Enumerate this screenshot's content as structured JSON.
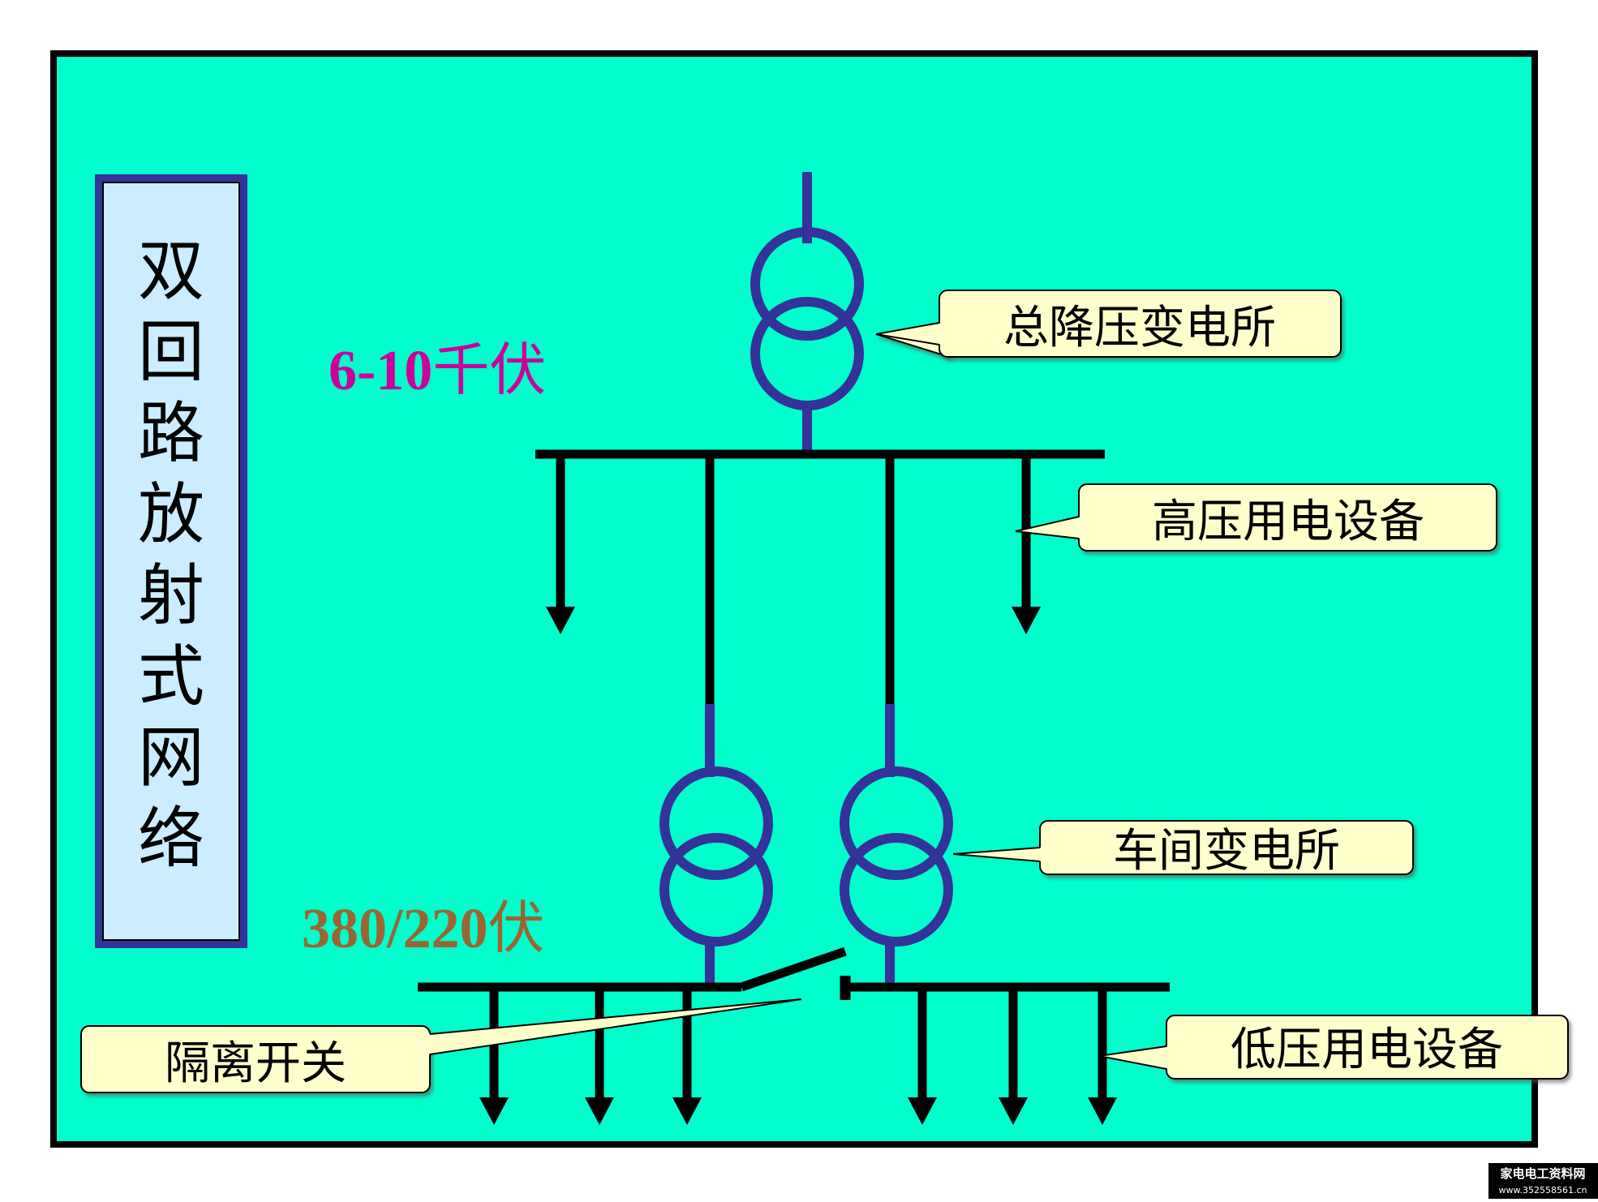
{
  "diagram": {
    "side_title": [
      "双",
      "回",
      "路",
      "放",
      "射",
      "式",
      "网",
      "络"
    ],
    "voltage_high": {
      "number": "6-10",
      "unit": "千伏"
    },
    "voltage_low": {
      "number": "380/220",
      "unit": "伏"
    },
    "callouts": {
      "main_substation": "总降压变电所",
      "hv_equipment": "高压用电设备",
      "workshop_substation": "车间变电所",
      "isolating_switch": "隔离开关",
      "lv_equipment": "低压用电设备"
    }
  },
  "watermark": {
    "site_name": "家电电工资料网",
    "domain": "www.352558561.cn"
  },
  "colors": {
    "background": "#00FFCC",
    "frame": "#000000",
    "title_panel_fill": "#CCECFF",
    "title_panel_border": "#333399",
    "transformer": "#333399",
    "conductor": "#000000",
    "callout_fill": "#FFFFCC",
    "voltage_high_color": "#CC0099",
    "voltage_low_color": "#996633"
  }
}
